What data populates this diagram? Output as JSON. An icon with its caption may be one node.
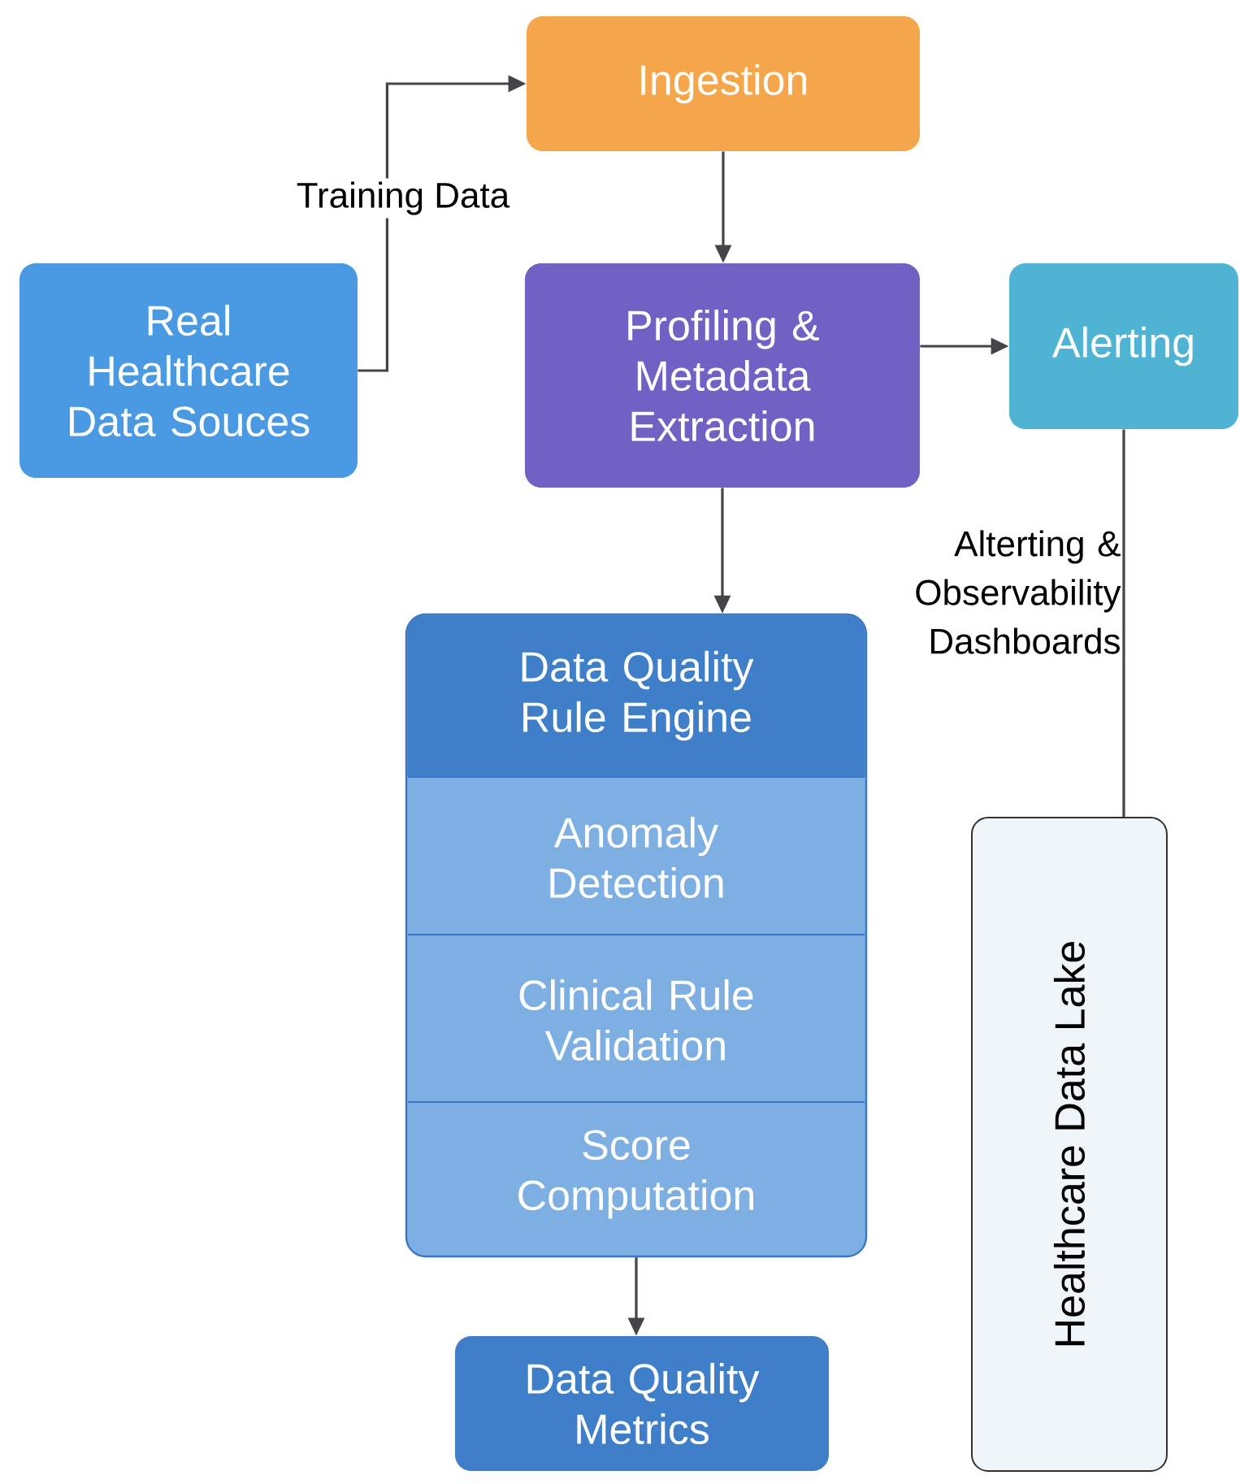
{
  "diagram": {
    "nodes": [
      {
        "text": [
          "Real Healthcare Data Souces"
        ]
      },
      {
        "text": [
          "Ingestion"
        ]
      },
      {
        "text": [
          "Profiling & Metadata Extraction"
        ]
      },
      {
        "text": [
          "Alerting"
        ]
      },
      {
        "text": [
          "Data Quality Rule Engine"
        ]
      },
      {
        "text": [
          "Anomaly Detection"
        ],
        "in": 4
      },
      {
        "text": [
          "Clinical Rule Validation"
        ],
        "in": 4
      },
      {
        "text": [
          "Score Computation"
        ],
        "in": 4
      },
      {
        "text": [
          "Data Quality Metrics"
        ]
      },
      {
        "text": [
          "Healthcare Data Lake"
        ]
      }
    ],
    "edges": [
      {
        "from": 0,
        "to": 1,
        "arrow": "to",
        "label": "Training Data"
      },
      {
        "from": 1,
        "to": 2,
        "arrow": "to"
      },
      {
        "from": 2,
        "to": 3,
        "arrow": "to"
      },
      {
        "from": 2,
        "to": 4,
        "arrow": "to"
      },
      {
        "from": 4,
        "to": 8,
        "arrow": "to"
      },
      {
        "from": 3,
        "to": 9,
        "arrow": "none"
      }
    ],
    "labels": [
      "Alterting & Observability Dashboards"
    ]
  }
}
